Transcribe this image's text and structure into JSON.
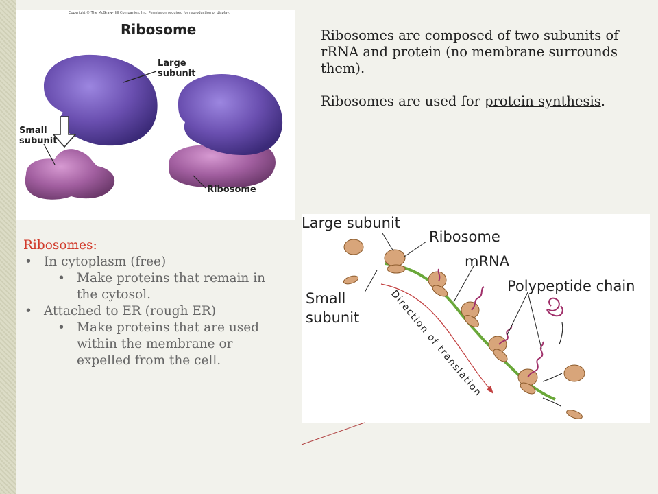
{
  "top_figure": {
    "copyright": "Copyright © The McGraw-Hill Companies, Inc. Permission required for reproduction or display.",
    "title": "Ribosome",
    "large_label_1": "Large",
    "large_label_2": "subunit",
    "small_label_1": "Small",
    "small_label_2": "subunit",
    "ribosome_label": "Ribosome"
  },
  "description": {
    "para1": "Ribosomes are composed of two subunits of rRNA and protein (no membrane surrounds them).",
    "para2_pre": "Ribosomes are used for ",
    "para2_link": "protein synthesis",
    "para2_post": "."
  },
  "list": {
    "heading": "Ribosomes:",
    "items": [
      {
        "text": "In cytoplasm (free)",
        "sub": "Make proteins that remain in the cytosol."
      },
      {
        "text": "Attached to ER (rough ER)",
        "sub": "Make proteins that are used within the membrane or expelled from the cell."
      }
    ]
  },
  "bottom_figure": {
    "large_subunit": "Large subunit",
    "ribosome": "Ribosome",
    "mrna": "mRNA",
    "polypeptide": "Polypeptide chain",
    "small_1": "Small",
    "small_2": "subunit",
    "direction": "Direction of translation"
  },
  "colors": {
    "ribosome_fill": "#d8a57a",
    "mrna": "#6aa83a",
    "polypeptide": "#a0306a",
    "arrow": "#c24040",
    "large_subunit_fill": "#6a4fb0",
    "small_subunit_fill": "#a25fa0",
    "heading": "#d13a2a"
  }
}
